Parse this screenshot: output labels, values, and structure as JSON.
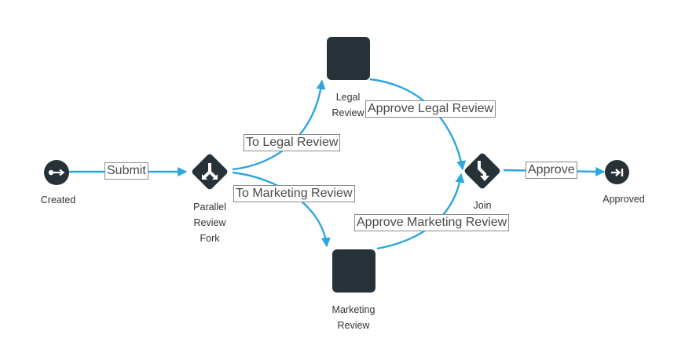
{
  "colors": {
    "node_fill": "#263238",
    "edge": "#2ba6de",
    "label_border": "#8a8a8a",
    "label_text": "#4a4a4a",
    "caption_text": "#333333"
  },
  "nodes": {
    "created": {
      "caption": "Created",
      "icon": "start-event-icon"
    },
    "fork": {
      "caption": "Parallel\nReview\nFork",
      "icon": "parallel-fork-icon"
    },
    "legal": {
      "caption": "Legal\nReview",
      "icon": "task-icon"
    },
    "marketing": {
      "caption": "Marketing\nReview",
      "icon": "task-icon"
    },
    "join": {
      "caption": "Join",
      "icon": "parallel-join-icon"
    },
    "approved": {
      "caption": "Approved",
      "icon": "end-event-icon"
    }
  },
  "edges": {
    "submit": "Submit",
    "to_legal": "To Legal Review",
    "to_marketing": "To Marketing Review",
    "approve_legal": "Approve Legal Review",
    "approve_marketing": "Approve Marketing Review",
    "approve": "Approve"
  }
}
